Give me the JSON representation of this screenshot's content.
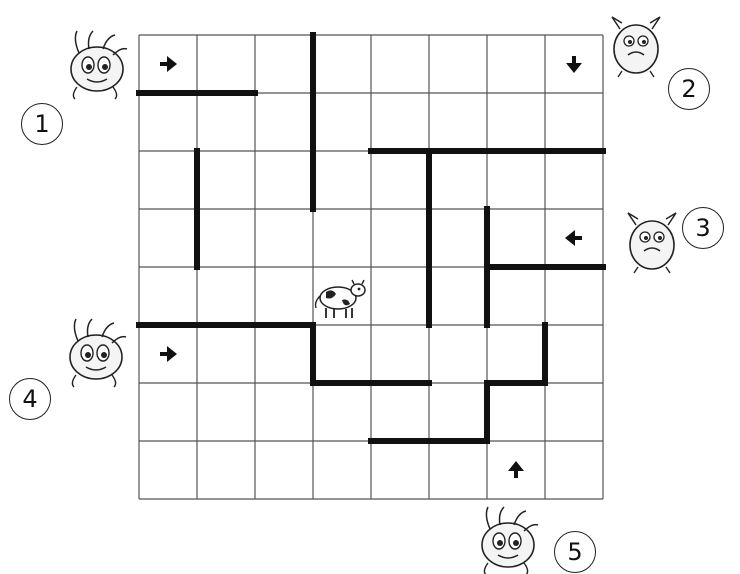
{
  "puzzle": {
    "grid": {
      "rows": 8,
      "cols": 8
    },
    "monsters": [
      {
        "number": "1",
        "arrow": "right",
        "cell": [
          0,
          0
        ]
      },
      {
        "number": "2",
        "arrow": "down",
        "cell": [
          0,
          7
        ]
      },
      {
        "number": "3",
        "arrow": "left",
        "cell": [
          3,
          7
        ]
      },
      {
        "number": "4",
        "arrow": "right",
        "cell": [
          5,
          0
        ]
      },
      {
        "number": "5",
        "arrow": "up",
        "cell": [
          7,
          6
        ]
      }
    ],
    "cow": {
      "icon": "cow-icon",
      "cell": [
        4,
        3
      ]
    },
    "walls": [
      {
        "orient": "h",
        "line": 1,
        "from": 0,
        "to": 2
      },
      {
        "orient": "v",
        "line": 3,
        "from": 0,
        "to": 3
      },
      {
        "orient": "h",
        "line": 2,
        "from": 4,
        "to": 8
      },
      {
        "orient": "v",
        "line": 1,
        "from": 2,
        "to": 4
      },
      {
        "orient": "v",
        "line": 5,
        "from": 2,
        "to": 5
      },
      {
        "orient": "v",
        "line": 6,
        "from": 3,
        "to": 5
      },
      {
        "orient": "h",
        "line": 4,
        "from": 6,
        "to": 8
      },
      {
        "orient": "h",
        "line": 5,
        "from": 0,
        "to": 3
      },
      {
        "orient": "v",
        "line": 3,
        "from": 5,
        "to": 6
      },
      {
        "orient": "h",
        "line": 6,
        "from": 3,
        "to": 5
      },
      {
        "orient": "v",
        "line": 7,
        "from": 5,
        "to": 6
      },
      {
        "orient": "h",
        "line": 6,
        "from": 6,
        "to": 7
      },
      {
        "orient": "v",
        "line": 6,
        "from": 6,
        "to": 7
      },
      {
        "orient": "h",
        "line": 7,
        "from": 4,
        "to": 6
      }
    ]
  }
}
